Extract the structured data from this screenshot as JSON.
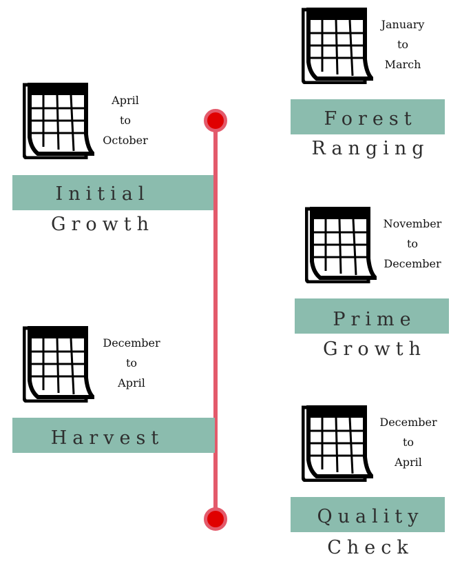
{
  "accent_colors": {
    "bar": "#8bbcae",
    "line": "#e35a6b",
    "dot": "#e00000",
    "text": "#2e2e2e"
  },
  "stages": [
    {
      "title_1": "Forest",
      "title_2": "Ranging",
      "date_from": "January",
      "date_to": "to",
      "date_end": "March",
      "icon": "calendar-icon"
    },
    {
      "title_1": "Initial",
      "title_2": "Growth",
      "date_from": "April",
      "date_to": "to",
      "date_end": "October",
      "icon": "calendar-icon"
    },
    {
      "title_1": "Prime",
      "title_2": "Growth",
      "date_from": "November",
      "date_to": "to",
      "date_end": "December",
      "icon": "calendar-icon"
    },
    {
      "title_1": "Harvest",
      "title_2": "",
      "date_from": "December",
      "date_to": "to",
      "date_end": "April",
      "icon": "calendar-icon"
    },
    {
      "title_1": "Quality",
      "title_2": "Check",
      "date_from": "December",
      "date_to": "to",
      "date_end": "April",
      "icon": "calendar-icon"
    }
  ]
}
